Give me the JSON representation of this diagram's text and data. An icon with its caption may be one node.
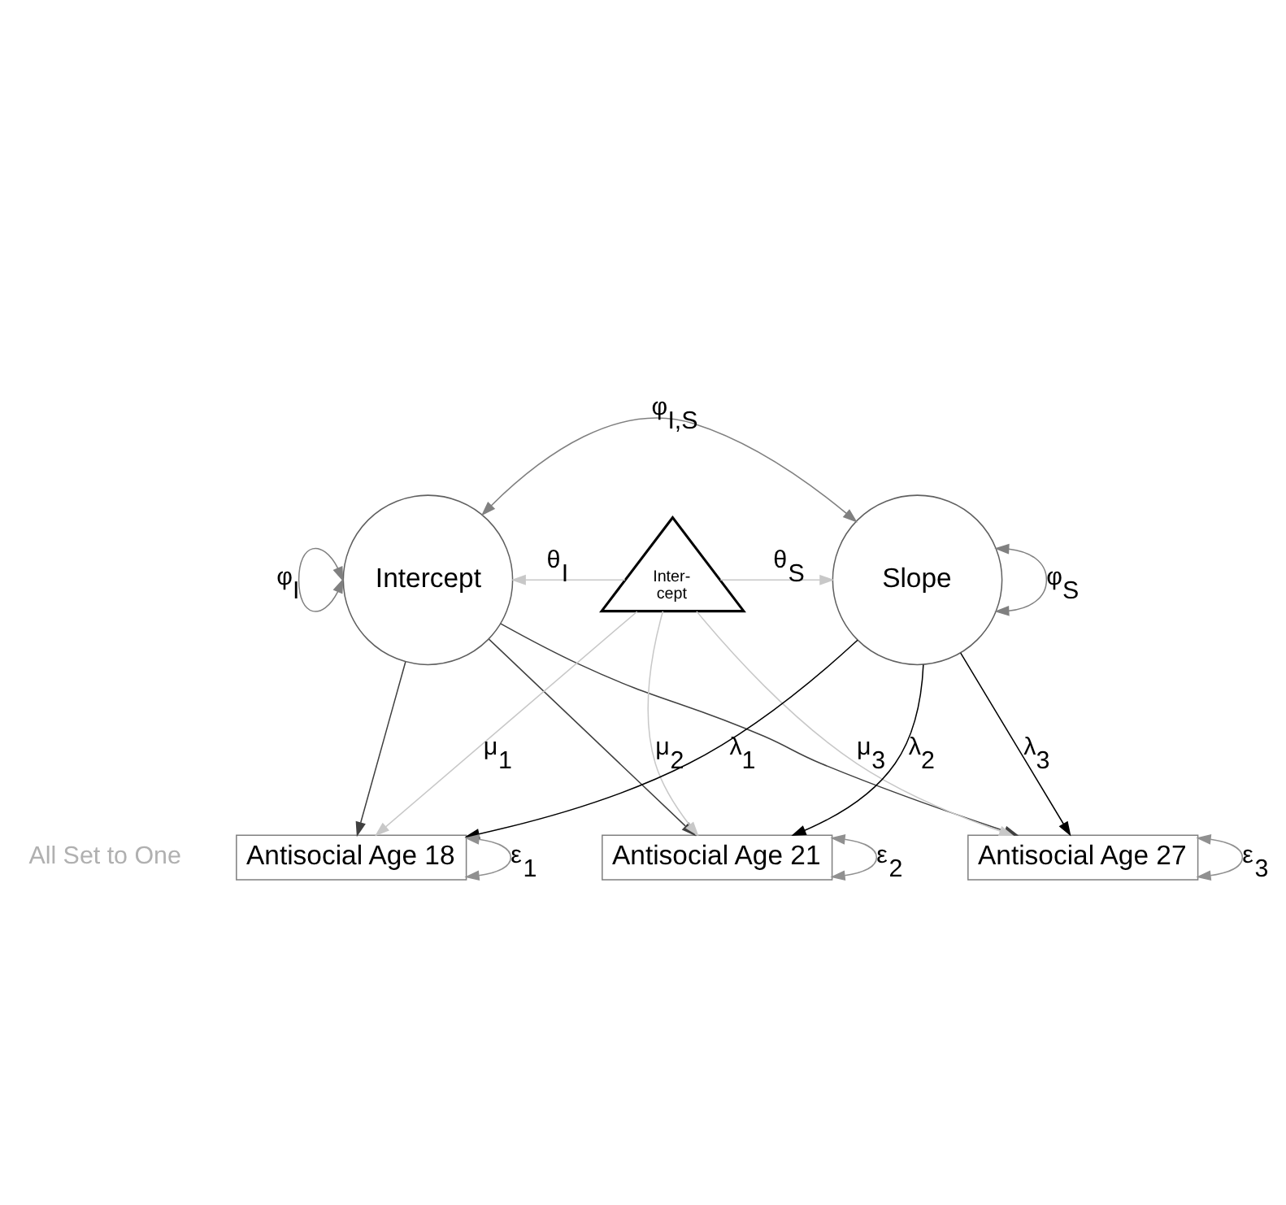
{
  "diagram": {
    "nodes": [
      {
        "text": [
          "Intercept"
        ]
      },
      {
        "text": [
          "Inter- cept"
        ]
      },
      {
        "text": [
          "Slope"
        ]
      },
      {
        "text": [
          "Antisocial Age 18"
        ]
      },
      {
        "text": [
          "Antisocial Age 21"
        ]
      },
      {
        "text": [
          "Antisocial Age 27"
        ]
      }
    ],
    "edges": [
      {
        "from": 0,
        "to": 2,
        "arrow": "both",
        "label": "φ$_{I,S}$",
        "color": "#808080"
      },
      {
        "from": 0,
        "to": 0,
        "arrow": "both",
        "label": "φ$_{I}$",
        "color": "#808080"
      },
      {
        "from": 2,
        "to": 2,
        "arrow": "both",
        "label": "φ$_{S}$",
        "color": "#808080"
      },
      {
        "from": 1,
        "to": 0,
        "arrow": "to",
        "label": "θ$_{I}$",
        "color": "#c8c8c8"
      },
      {
        "from": 1,
        "to": 2,
        "arrow": "to",
        "label": "θ$_{S}$",
        "color": "#c8c8c8"
      },
      {
        "from": 1,
        "to": 3,
        "arrow": "to",
        "label": "μ$_{1}$",
        "color": "#c8c8c8"
      },
      {
        "from": 1,
        "to": 4,
        "arrow": "to",
        "label": "μ$_{2}$",
        "color": "#c8c8c8"
      },
      {
        "from": 1,
        "to": 5,
        "arrow": "to",
        "label": "μ$_{3}$",
        "color": "#c8c8c8"
      },
      {
        "from": 0,
        "to": 3,
        "arrow": "to",
        "color": "#404040"
      },
      {
        "from": 0,
        "to": 4,
        "arrow": "to",
        "color": "#404040"
      },
      {
        "from": 0,
        "to": 5,
        "arrow": "to",
        "color": "#404040"
      },
      {
        "from": 2,
        "to": 3,
        "arrow": "to",
        "label": "λ$_{1}$",
        "color": "#000000"
      },
      {
        "from": 2,
        "to": 4,
        "arrow": "to",
        "label": "λ$_{2}$",
        "color": "#000000"
      },
      {
        "from": 2,
        "to": 5,
        "arrow": "to",
        "label": "λ$_{3}$",
        "color": "#000000"
      },
      {
        "from": 3,
        "to": 3,
        "arrow": "both",
        "label": "ε$_{1}$",
        "color": "#909090"
      },
      {
        "from": 4,
        "to": 4,
        "arrow": "both",
        "label": "ε$_{2}$",
        "color": "#909090"
      },
      {
        "from": 5,
        "to": 5,
        "arrow": "both",
        "label": "ε$_{3}$",
        "color": "#909090"
      }
    ],
    "labels": [
      "All Set to One"
    ]
  }
}
